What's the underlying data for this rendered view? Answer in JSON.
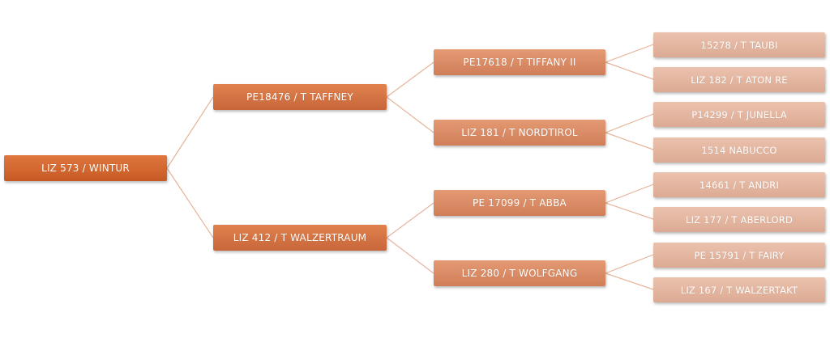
{
  "colors": {
    "generation_0": "#d0652e",
    "generation_1": "#d3703f",
    "generation_2": "#da8b64",
    "generation_3": "#e3b59f",
    "connector": "#e6b49b"
  },
  "tree": {
    "root": "LIZ 573 / WINTUR",
    "parents": [
      "PE18476 / T TAFFNEY",
      "LIZ 412 / T WALZERTRAUM"
    ],
    "grandparents": [
      "PE17618 / T TIFFANY II",
      "LIZ 181 / T NORDTIROL",
      "PE 17099 / T ABBA",
      "LIZ 280 / T WOLFGANG"
    ],
    "great_grandparents": [
      "15278 / T TAUBI",
      "LIZ 182 / T ATON RE",
      "P14299 / T JUNELLA",
      "1514 NABUCCO",
      "14661 / T ANDRI",
      "LIZ 177 / T ABERLORD",
      "PE 15791 / T FAIRY",
      "LIZ 167 / T WALZERTAKT"
    ]
  }
}
